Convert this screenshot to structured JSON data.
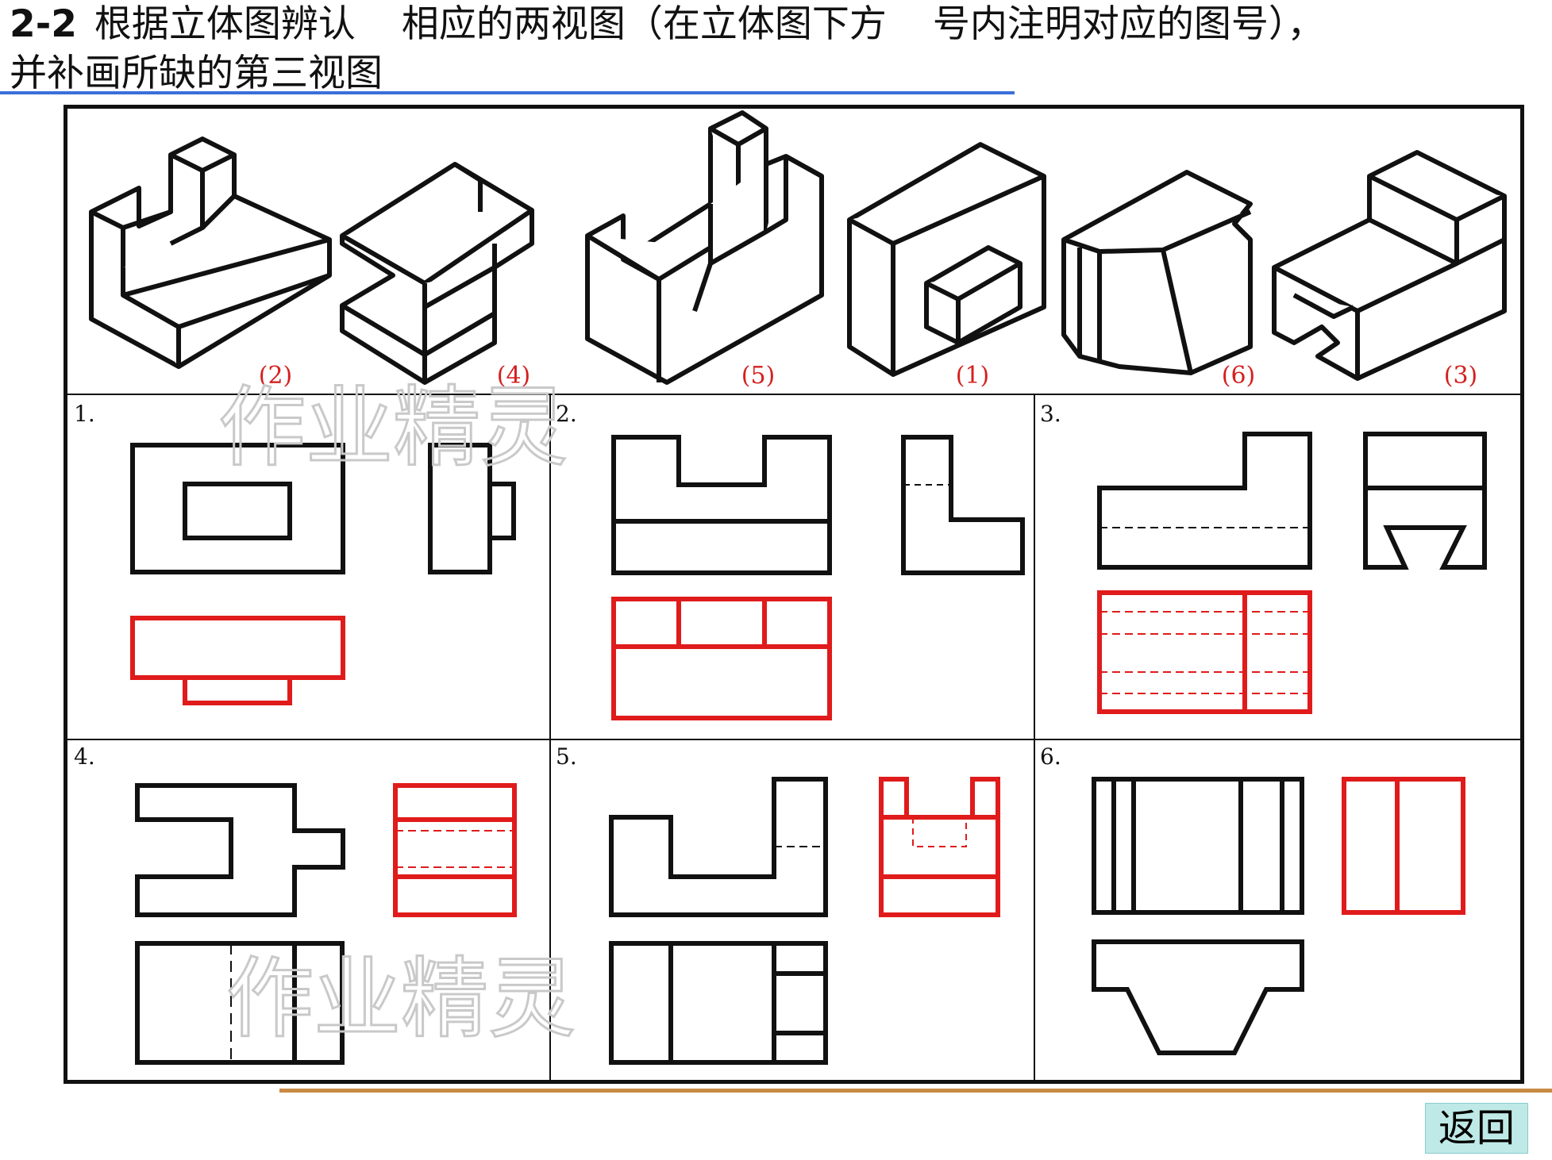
{
  "title": {
    "number": "2-2",
    "part1": "根据立体图辨认",
    "part2": "相应的两视图（在立体图下方",
    "part3": "号内注明对应的图号），",
    "line2": "并补画所缺的第三视图"
  },
  "iso_labels": [
    "(2)",
    "(4)",
    "(5)",
    "(1)",
    "(6)",
    "(3)"
  ],
  "cell_numbers": [
    "1.",
    "2.",
    "3.",
    "4.",
    "5.",
    "6."
  ],
  "watermark": "作业精灵",
  "return_button": "返回",
  "colors": {
    "line": "#111111",
    "answer": "#e01b1b",
    "label": "#d42020",
    "accent_rule": "#3a6fd8",
    "bottom_rule": "#c98a45",
    "button_bg": "#bfe9e6"
  }
}
